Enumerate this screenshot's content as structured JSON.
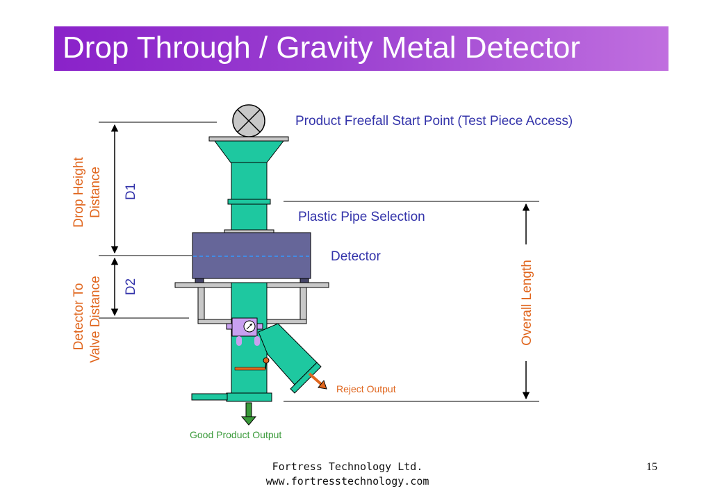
{
  "slide": {
    "title": "Drop Through / Gravity Metal Detector",
    "page_number": "15"
  },
  "labels": {
    "freefall_start": "Product Freefall Start Point (Test Piece Access)",
    "pipe_selection": "Plastic Pipe Selection",
    "detector": "Detector",
    "reject_output": "Reject Output",
    "good_output": "Good Product Output",
    "overall_length": "Overall Length",
    "d1": "D1",
    "d2": "D2",
    "drop_height_line1": "Drop Height",
    "drop_height_line2": "Distance",
    "detector_valve_line1": "Detector To",
    "detector_valve_line2": "Valve Distance"
  },
  "footer": {
    "company": "Fortress Technology Ltd.",
    "url": "www.fortresstechnology.com"
  },
  "colors": {
    "title_gradient_start": "#8a22c9",
    "title_gradient_end": "#c06fdf",
    "pipe_teal": "#1ec8a0",
    "detector_body": "#666699",
    "label_blue": "#3333aa",
    "label_orange": "#e0661e",
    "label_green": "#3a9a3a",
    "valve_lilac": "#c8a0f0"
  }
}
